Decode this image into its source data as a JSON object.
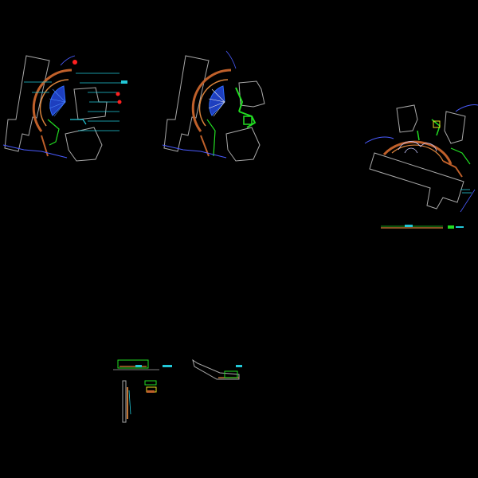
{
  "colors": {
    "background": "#000000",
    "building_outline": "#a9a9a9",
    "wall": "#c0602a",
    "wall_light": "#d9823a",
    "pool": "#2f6bff",
    "green": "#22dd22",
    "cyan": "#22c8d8",
    "blue_line": "#4a5bff",
    "yellow": "#e8e020",
    "red": "#ff2020",
    "white": "#f0f0f0"
  },
  "drawings": [
    {
      "name": "site-plan-annotated"
    },
    {
      "name": "site-plan-layout"
    },
    {
      "name": "site-plan-rotated"
    },
    {
      "name": "elevation-strip"
    },
    {
      "name": "detail-group"
    }
  ]
}
